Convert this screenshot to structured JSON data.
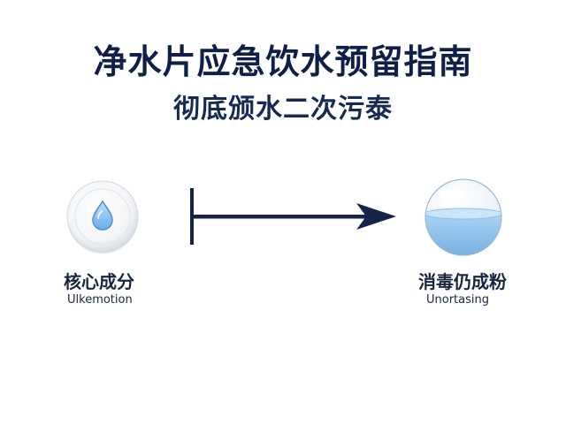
{
  "title": "净水片应急饮水预留指南",
  "subtitle": "彻底颁水二次污泰",
  "left_item": {
    "label_zh": "核心成分",
    "label_en": "Ulkemotion",
    "icon": "water-drop-tablet-icon"
  },
  "right_item": {
    "label_zh": "消毒仍成粉",
    "label_en": "Unortasing",
    "icon": "water-bubble-icon"
  },
  "arrow": {
    "icon": "right-arrow-icon"
  },
  "colors": {
    "navy": "#14244a",
    "water_blue": "#8fc3ef",
    "tablet_white": "#f4f6f8"
  }
}
